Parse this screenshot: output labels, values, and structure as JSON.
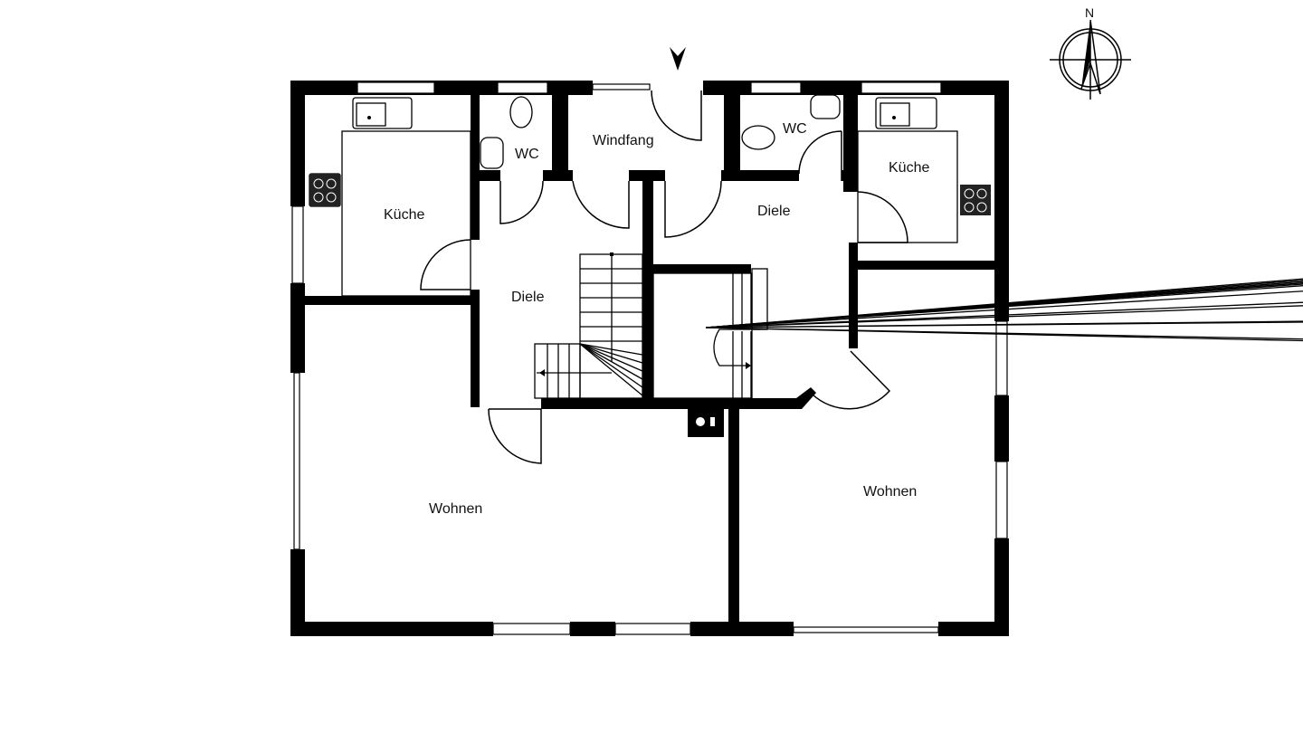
{
  "plan": {
    "rooms": {
      "kueche_left": "Küche",
      "wc_left": "WC",
      "windfang": "Windfang",
      "wc_right": "WC",
      "kueche_right": "Küche",
      "diele_left": "Diele",
      "diele_right": "Diele",
      "wohnen_left": "Wohnen",
      "wohnen_right": "Wohnen"
    },
    "compass": {
      "north_label": "N"
    },
    "colors": {
      "wall": "#000000",
      "background": "#ffffff"
    }
  }
}
